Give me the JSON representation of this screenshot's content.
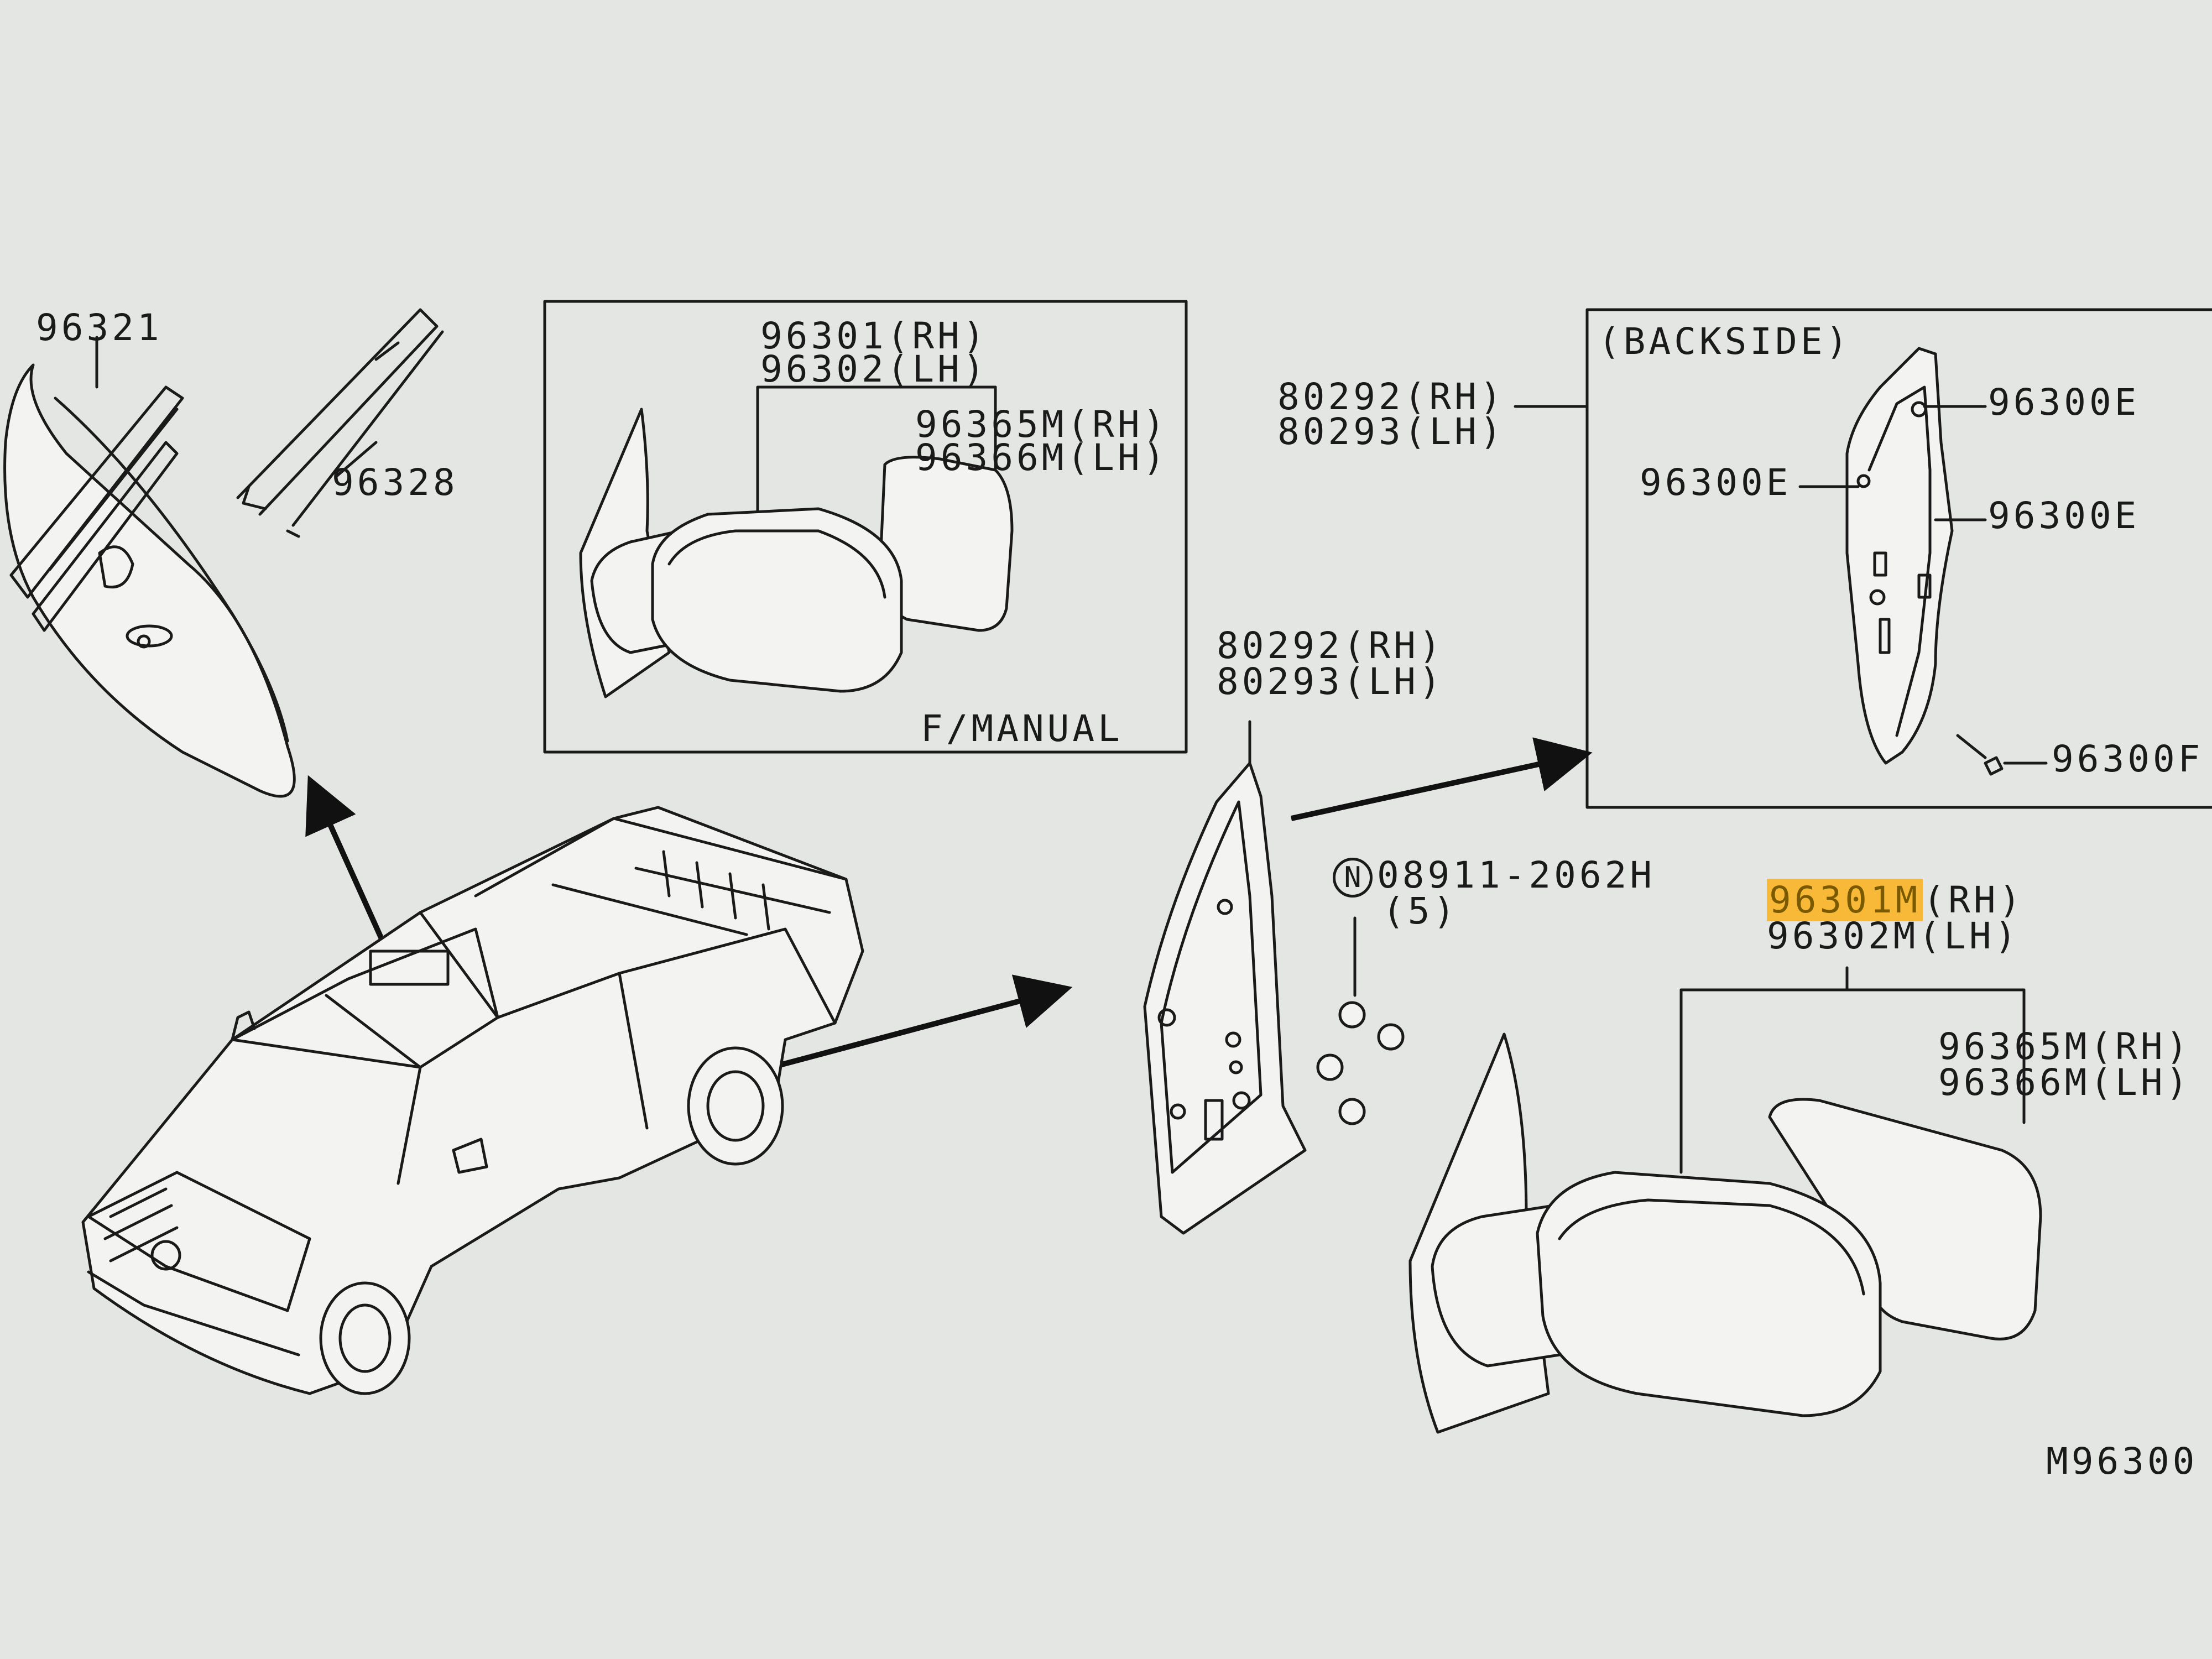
{
  "labels": {
    "p96321": "96321",
    "p96328": "96328",
    "p96301_rh": "96301(RH)",
    "p96302_lh": "96302(LH)",
    "p96365m_rh_top": "96365M(RH)",
    "p96366m_lh_top": "96366M(LH)",
    "f_manual": "F/MANUAL",
    "p80292_rh_top": "80292(RH)",
    "p80293_lh_top": "80293(LH)",
    "backside": "(BACKSIDE)",
    "p96300e_1": "96300E",
    "p96300e_2": "96300E",
    "p96300e_3": "96300E",
    "p96300f": "96300F",
    "p80292_rh_mid": "80292(RH)",
    "p80293_lh_mid": "80293(LH)",
    "nut_mark": "N",
    "nut_part": "08911-2062H",
    "nut_qty": "(5)",
    "p96301m_code": "96301M",
    "p96301m_side": "(RH)",
    "p96302m_lh": "96302M(LH)",
    "p96365m_rh_bottom": "96365M(RH)",
    "p96366m_lh_bottom": "96366M(LH)",
    "diagram_code": "M96300"
  },
  "highlight_color": "#ffaa00"
}
